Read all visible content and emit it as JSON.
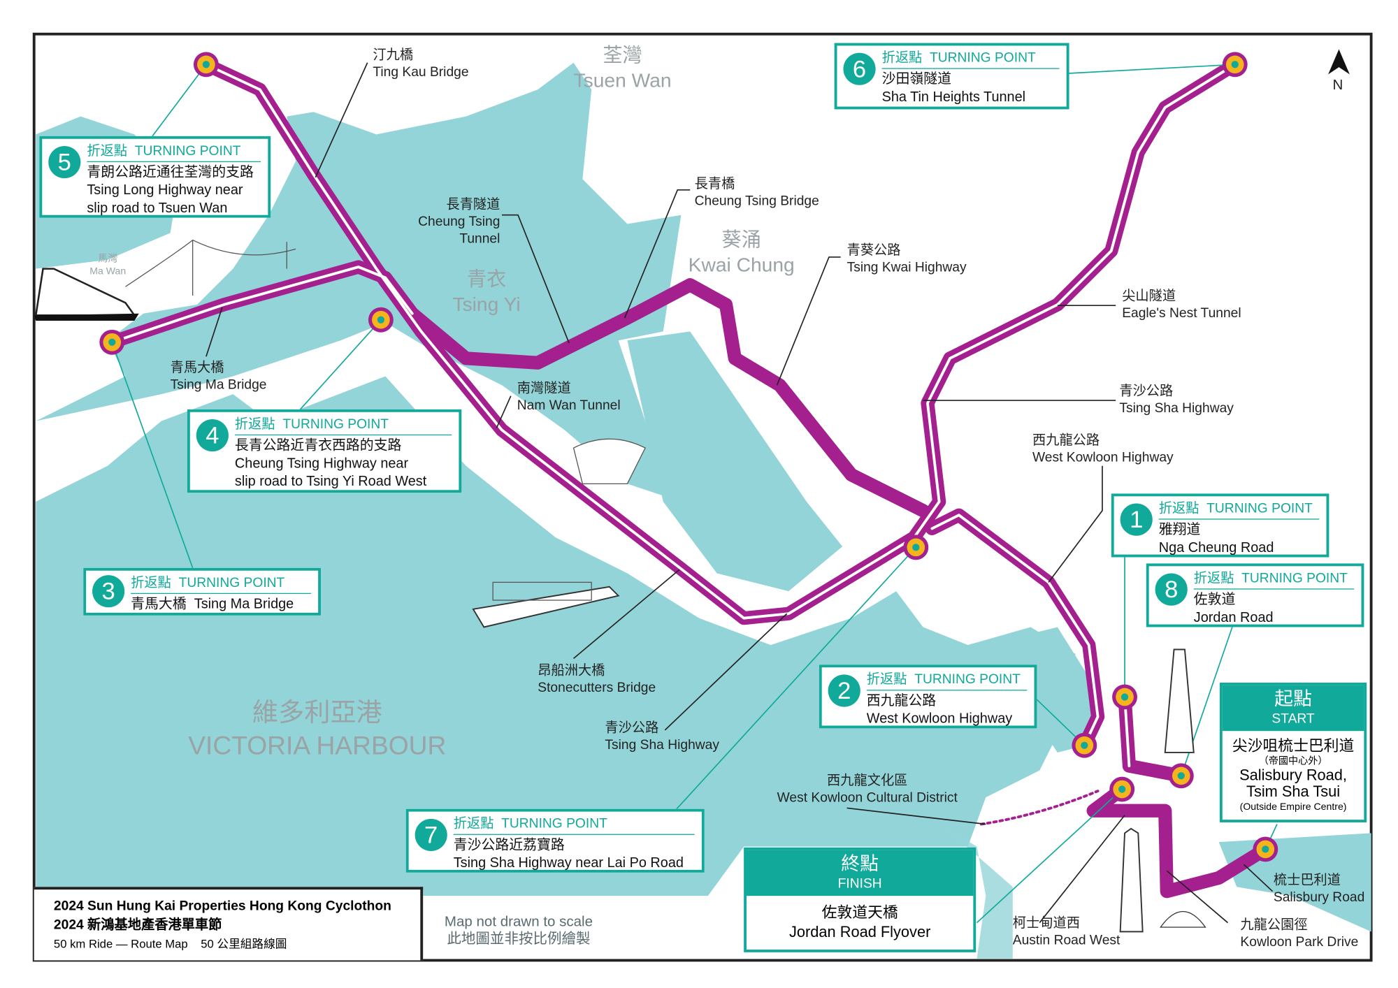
{
  "colors": {
    "water": "#93d4d8",
    "land": "#ffffff",
    "route": "#a4208f",
    "accent": "#10a99a",
    "marker": "#f5b31c"
  },
  "north_label": "N",
  "turning_label_zh": "折返點",
  "turning_label_en": "TURNING POINT",
  "turning_points": [
    {
      "n": "1",
      "zh": "雅翔道",
      "en": [
        "Nga Cheung Road"
      ]
    },
    {
      "n": "2",
      "zh": "西九龍公路",
      "en": [
        "West Kowloon Highway"
      ]
    },
    {
      "n": "3",
      "zh": "青馬大橋",
      "en": [
        "Tsing Ma Bridge"
      ]
    },
    {
      "n": "4",
      "zh": "長青公路近青衣西路的支路",
      "en": [
        "Cheung Tsing Highway near",
        "slip road to Tsing Yi Road West"
      ]
    },
    {
      "n": "5",
      "zh": "青朗公路近通往荃灣的支路",
      "en": [
        "Tsing Long Highway near",
        "slip road to Tsuen Wan"
      ]
    },
    {
      "n": "6",
      "zh": "沙田嶺隧道",
      "en": [
        "Sha Tin Heights Tunnel"
      ]
    },
    {
      "n": "7",
      "zh": "青沙公路近荔寶路",
      "en": [
        "Tsing Sha Highway near Lai Po Road"
      ]
    },
    {
      "n": "8",
      "zh": "佐敦道",
      "en": [
        "Jordan Road"
      ]
    }
  ],
  "start": {
    "zh": "起點",
    "en": "START",
    "place_zh": "尖沙咀梳士巴利道",
    "note_zh": "（帝國中心外）",
    "place_en_1": "Salisbury Road,",
    "place_en_2": "Tsim Sha Tsui",
    "note_en": "(Outside Empire Centre)"
  },
  "finish": {
    "zh": "終點",
    "en": "FINISH",
    "place_zh": "佐敦道天橋",
    "place_en": "Jordan Road Flyover"
  },
  "water_labels": {
    "tsuen_wan": {
      "zh": "荃灣",
      "en": "Tsuen Wan"
    },
    "tsing_yi": {
      "zh": "青衣",
      "en": "Tsing Yi"
    },
    "kwai_chung": {
      "zh": "葵涌",
      "en": "Kwai  Chung"
    },
    "harbour": {
      "zh": "維多利亞港",
      "en": "VICTORIA HARBOUR"
    },
    "ma_wan": {
      "zh": "馬灣",
      "en": "Ma Wan"
    }
  },
  "road_labels": [
    {
      "zh": "汀九橋",
      "en": "Ting Kau Bridge"
    },
    {
      "zh": "長青隧道",
      "en": "Cheung Tsing Tunnel"
    },
    {
      "zh": "長青橋",
      "en": "Cheung Tsing Bridge"
    },
    {
      "zh": "青葵公路",
      "en": "Tsing Kwai Highway"
    },
    {
      "zh": "尖山隧道",
      "en": "Eagle's Nest Tunnel"
    },
    {
      "zh": "青沙公路",
      "en": "Tsing Sha Highway"
    },
    {
      "zh": "西九龍公路",
      "en": "West Kowloon Highway"
    },
    {
      "zh": "青馬大橋",
      "en": "Tsing Ma Bridge"
    },
    {
      "zh": "南灣隧道",
      "en": "Nam Wan Tunnel"
    },
    {
      "zh": "昂船洲大橋",
      "en": "Stonecutters Bridge"
    },
    {
      "zh": "青沙公路",
      "en": "Tsing Sha Highway"
    },
    {
      "zh": "西九龍文化區",
      "en": "West Kowloon Cultural District"
    },
    {
      "zh": "柯士甸道西",
      "en": "Austin Road West"
    },
    {
      "zh": "梳士巴利道",
      "en": "Salisbury Road"
    },
    {
      "zh": "九龍公園徑",
      "en": "Kowloon Park Drive"
    }
  ],
  "scale_note": {
    "en": "Map not drawn to scale",
    "zh": "此地圖並非按比例繪製"
  },
  "legend": {
    "title_en": "2024 Sun Hung Kai Properties Hong Kong Cyclothon",
    "title_zh": "2024 新鴻基地產香港單車節",
    "subtitle_en": "50 km Ride — Route Map",
    "subtitle_zh": "50 公里組路線圖"
  }
}
